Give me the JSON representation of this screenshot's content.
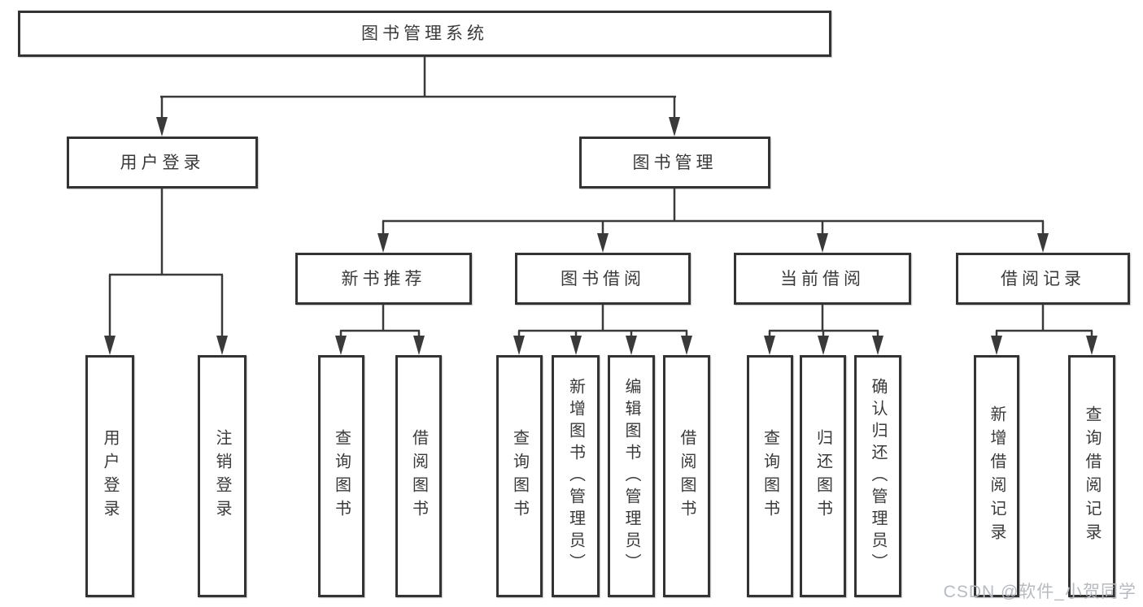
{
  "tree": {
    "root": "图书管理系统",
    "branches": [
      {
        "label": "用户登录",
        "children": [
          "用户登录",
          "注销登录"
        ]
      },
      {
        "label": "图书管理",
        "sections": [
          {
            "label": "新书推荐",
            "children": [
              "查询图书",
              "借阅图书"
            ]
          },
          {
            "label": "图书借阅",
            "children": [
              "查询图书",
              "新增图书（管理员）",
              "编辑图书（管理员）",
              "借阅图书"
            ]
          },
          {
            "label": "当前借阅",
            "children": [
              "查询图书",
              "归还图书",
              "确认归还（管理员）"
            ]
          },
          {
            "label": "借阅记录",
            "children": [
              "新增借阅记录",
              "查询借阅记录"
            ]
          }
        ]
      }
    ]
  },
  "watermark": {
    "text": "CSDN @软件_小贺同学"
  },
  "colors": {
    "line": "#3a3a3a",
    "box_border": "#333333",
    "text": "#3a3a3a",
    "watermark": "#b5bbc2",
    "background": "#ffffff"
  }
}
